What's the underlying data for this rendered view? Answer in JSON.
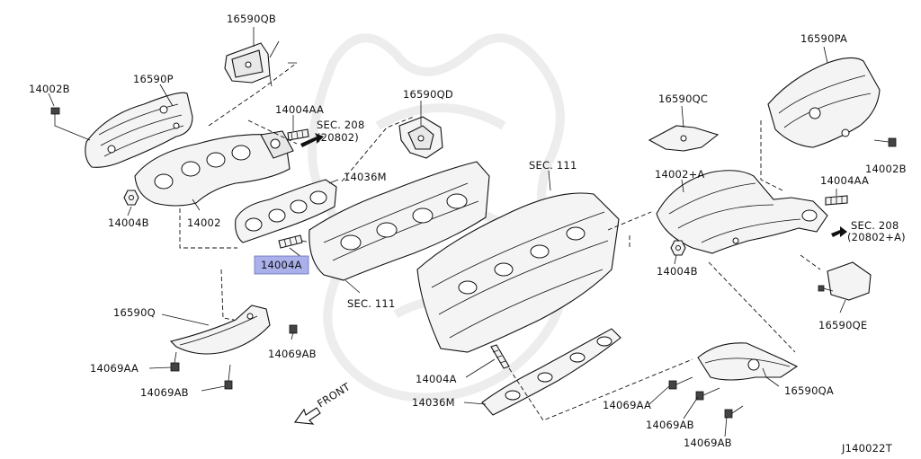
{
  "diagram": {
    "drawing_code": "J140022T",
    "highlight_color": "#aab0ea",
    "labels": {
      "l_16590QB": "16590QB",
      "l_16590P": "16590P",
      "l_14002B_left": "14002B",
      "l_14004AA_top": "14004AA",
      "l_sec208_top": "SEC. 208",
      "l_sec208_top_sub": "(20802)",
      "l_16590QD": "16590QD",
      "l_14036M_top": "14036M",
      "l_14004B_left": "14004B",
      "l_14002": "14002",
      "l_14004A_highlight": "14004A",
      "l_sec111_left": "SEC. 111",
      "l_sec111_center": "SEC. 111",
      "l_16590Q": "16590Q",
      "l_14069AB_mid": "14069AB",
      "l_14069AA_left": "14069AA",
      "l_14069AB_left": "14069AB",
      "l_14004A_bottom": "14004A",
      "l_14036M_bottom": "14036M",
      "l_front": "FRONT",
      "l_16590PA": "16590PA",
      "l_16590QC": "16590QC",
      "l_14002B_right": "14002B",
      "l_14002A": "14002+A",
      "l_14004AA_right": "14004AA",
      "l_sec208_right": "SEC. 208",
      "l_sec208_right_sub": "(20802+A)",
      "l_14004B_right": "14004B",
      "l_16590QE": "16590QE",
      "l_14069AA_right": "14069AA",
      "l_14069AB_right1": "14069AB",
      "l_14069AB_right2": "14069AB",
      "l_16590QA": "16590QA"
    }
  }
}
